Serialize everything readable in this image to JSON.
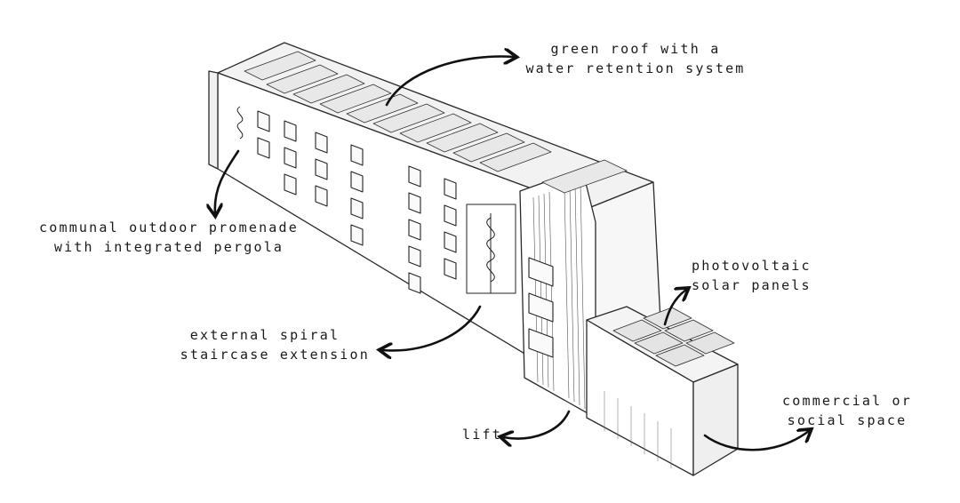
{
  "labels": {
    "green_roof": {
      "line1": "green roof with a",
      "line2": "water retention system"
    },
    "promenade": {
      "line1": "communal outdoor promenade",
      "line2": "with integrated pergola"
    },
    "spiral": {
      "line1": "external spiral",
      "line2": "staircase extension"
    },
    "pv": {
      "line1": "photovoltaic",
      "line2": "solar panels"
    },
    "lift": {
      "line1": "lift"
    },
    "commercial": {
      "line1": "commercial or",
      "line2": "social space"
    }
  },
  "colors": {
    "ink": "#1a1a1a",
    "line": "#2a2a2a",
    "roof": "#e9e9e9",
    "background": "#ffffff"
  }
}
